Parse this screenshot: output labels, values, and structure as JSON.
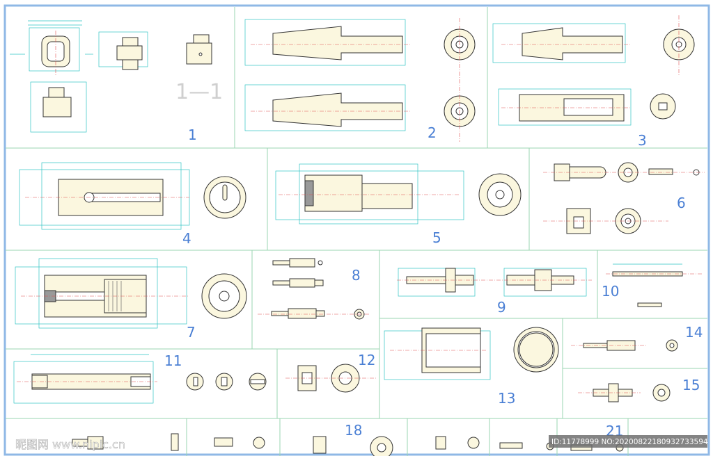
{
  "sheet": {
    "panel_numbers": [
      "1",
      "2",
      "3",
      "4",
      "5",
      "6",
      "7",
      "8",
      "9",
      "10",
      "11",
      "12",
      "13",
      "14",
      "15",
      "18",
      "21"
    ],
    "section_label": "1—1"
  },
  "watermark": {
    "site": "昵图网 www.nipic.cn",
    "id_text": "ID:11778999 NO:20200822180932733594"
  },
  "colors": {
    "frame": "#8fb8e6",
    "grid": "#9ad6b0",
    "dimension": "#2ec4c4",
    "centerline": "#e05050",
    "part_fill": "#fbf7df",
    "number": "#4a7fd4"
  }
}
